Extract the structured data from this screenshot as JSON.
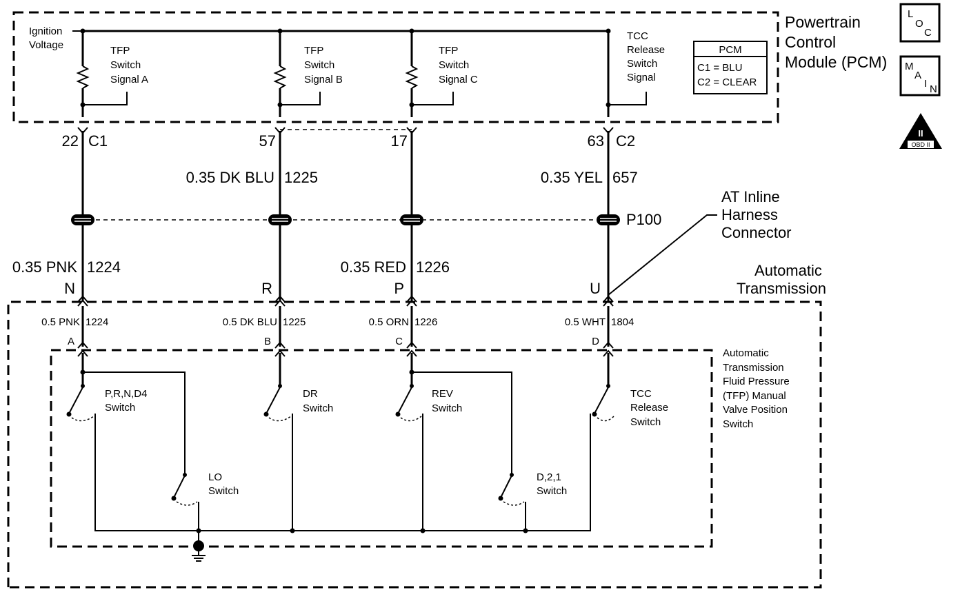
{
  "pcm": {
    "title_line1": "Powertrain",
    "title_line2": "Control",
    "title_line3": "Module (PCM)",
    "ignition_line1": "Ignition",
    "ignition_line2": "Voltage",
    "tfp_a": [
      "TFP",
      "Switch",
      "Signal A"
    ],
    "tfp_b": [
      "TFP",
      "Switch",
      "Signal B"
    ],
    "tfp_c": [
      "TFP",
      "Switch",
      "Signal C"
    ],
    "tcc_signal": [
      "TCC",
      "Release",
      "Switch",
      "Signal"
    ],
    "legend_title": "PCM",
    "legend_c1": "C1 = BLU",
    "legend_c2": "C2 = CLEAR"
  },
  "badges": {
    "loc": {
      "l": "L",
      "o": "O",
      "c": "C"
    },
    "main": {
      "m": "M",
      "a": "A",
      "i": "I",
      "n": "N"
    },
    "obd": {
      "numeral": "II",
      "label": "OBD II"
    }
  },
  "pins": {
    "n1": "22",
    "c1": "C1",
    "n2": "57",
    "n3": "17",
    "n4": "63",
    "c2": "C2"
  },
  "wires_upper": {
    "w2": "0.35 DK BLU",
    "w2_id": "1225",
    "w4": "0.35 YEL",
    "w4_id": "657"
  },
  "connector": {
    "name": "P100",
    "callout_line1": "AT Inline",
    "callout_line2": "Harness",
    "callout_line3": "Connector"
  },
  "wires_mid": {
    "w1": "0.35 PNK",
    "w1_id": "1224",
    "w3": "0.35 RED",
    "w3_id": "1226"
  },
  "terminals_upper": [
    "N",
    "R",
    "P",
    "U"
  ],
  "transmission": {
    "title_line1": "Automatic",
    "title_line2": "Transmission"
  },
  "wires_lower": [
    {
      "label": "0.5 PNK",
      "id": "1224"
    },
    {
      "label": "0.5 DK BLU",
      "id": "1225"
    },
    {
      "label": "0.5 ORN",
      "id": "1226"
    },
    {
      "label": "0.5 WHT",
      "id": "1804"
    }
  ],
  "terminals_lower": [
    "A",
    "B",
    "C",
    "D"
  ],
  "tfp_assembly": [
    "Automatic",
    "Transmission",
    "Fluid Pressure",
    "(TFP) Manual",
    "Valve Position",
    "Switch"
  ],
  "switches": {
    "prnd4": [
      "P,R,N,D4",
      "Switch"
    ],
    "dr": [
      "DR",
      "Switch"
    ],
    "rev": [
      "REV",
      "Switch"
    ],
    "tcc": [
      "TCC",
      "Release",
      "Switch"
    ],
    "lo": [
      "LO",
      "Switch"
    ],
    "d21": [
      "D,2,1",
      "Switch"
    ]
  }
}
